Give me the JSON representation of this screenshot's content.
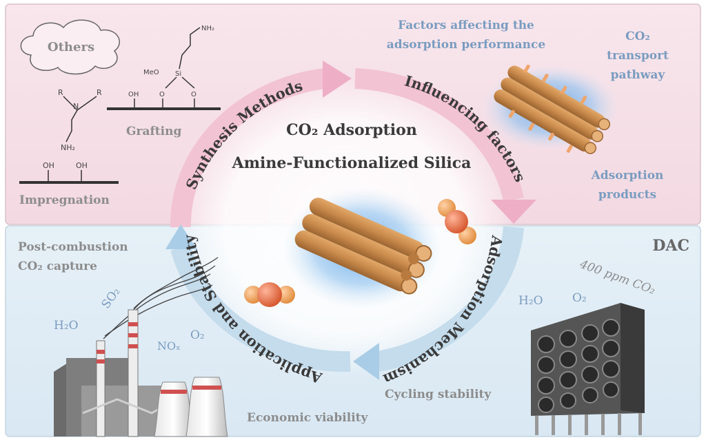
{
  "center": {
    "title_line1": "CO₂ Adsorption",
    "title_line2": "Amine-Functionalized Silica"
  },
  "cycle": {
    "synthesis": "Synthesis Methods",
    "influencing": "Influencing factors",
    "mechanism": "Adsorption Mechanism",
    "application": "Application and Stability"
  },
  "top_left": {
    "others": "Others",
    "grafting": "Grafting",
    "impregnation": "Impregnation",
    "chem": {
      "nh2": "NH₂",
      "meo": "MeO",
      "si": "Si",
      "o": "O",
      "oh": "OH",
      "n": "N",
      "r": "R"
    }
  },
  "top_right": {
    "factors_line1": "Factors affecting the",
    "factors_line2": "adsorption performance",
    "transport_line1": "CO₂",
    "transport_line2": "transport",
    "transport_line3": "pathway",
    "products_line1": "Adsorption",
    "products_line2": "products"
  },
  "bottom_left": {
    "post_line1": "Post-combustion",
    "post_line2": "CO₂ capture",
    "so2": "SO₂",
    "h2o": "H₂O",
    "nox": "NOₓ",
    "o2": "O₂",
    "economic": "Economic viability"
  },
  "bottom_right": {
    "dac": "DAC",
    "ppm": "400 ppm CO₂",
    "h2o": "H₂O",
    "o2": "O₂",
    "cycling": "Cycling stability"
  },
  "colors": {
    "top_panel": "#f6e2e8",
    "bottom_panel": "#e3eef6",
    "pink_arrow": "#f0b9cc",
    "blue_arrow": "#bcd6e8",
    "rod": "#c98a4b",
    "glow": "#8bbde8"
  }
}
